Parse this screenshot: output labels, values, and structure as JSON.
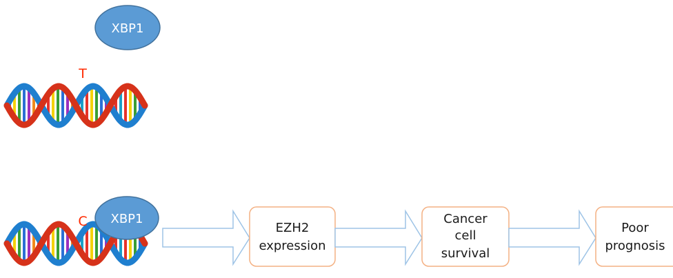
{
  "top": {
    "protein_label": "XBP1",
    "snp_label": "T"
  },
  "bottom": {
    "protein_label": "XBP1",
    "snp_label": "C"
  },
  "flow": {
    "box1": [
      "EZH2",
      "expression"
    ],
    "box2": [
      "Cancer",
      "cell",
      "survival"
    ],
    "box3": [
      "Poor",
      "prognosis"
    ]
  },
  "colors": {
    "protein_fill": "#5b9bd5",
    "protein_stroke": "#41719c",
    "snp_text": "#ff2a00",
    "box_stroke": "#f4b183",
    "arrow_stroke": "#9dc3e6",
    "dna_red": "#d6321a",
    "dna_blue": "#1f7fcf"
  },
  "icons": {
    "dna": "dna-helix-icon",
    "arrow": "block-arrow-right-icon"
  }
}
